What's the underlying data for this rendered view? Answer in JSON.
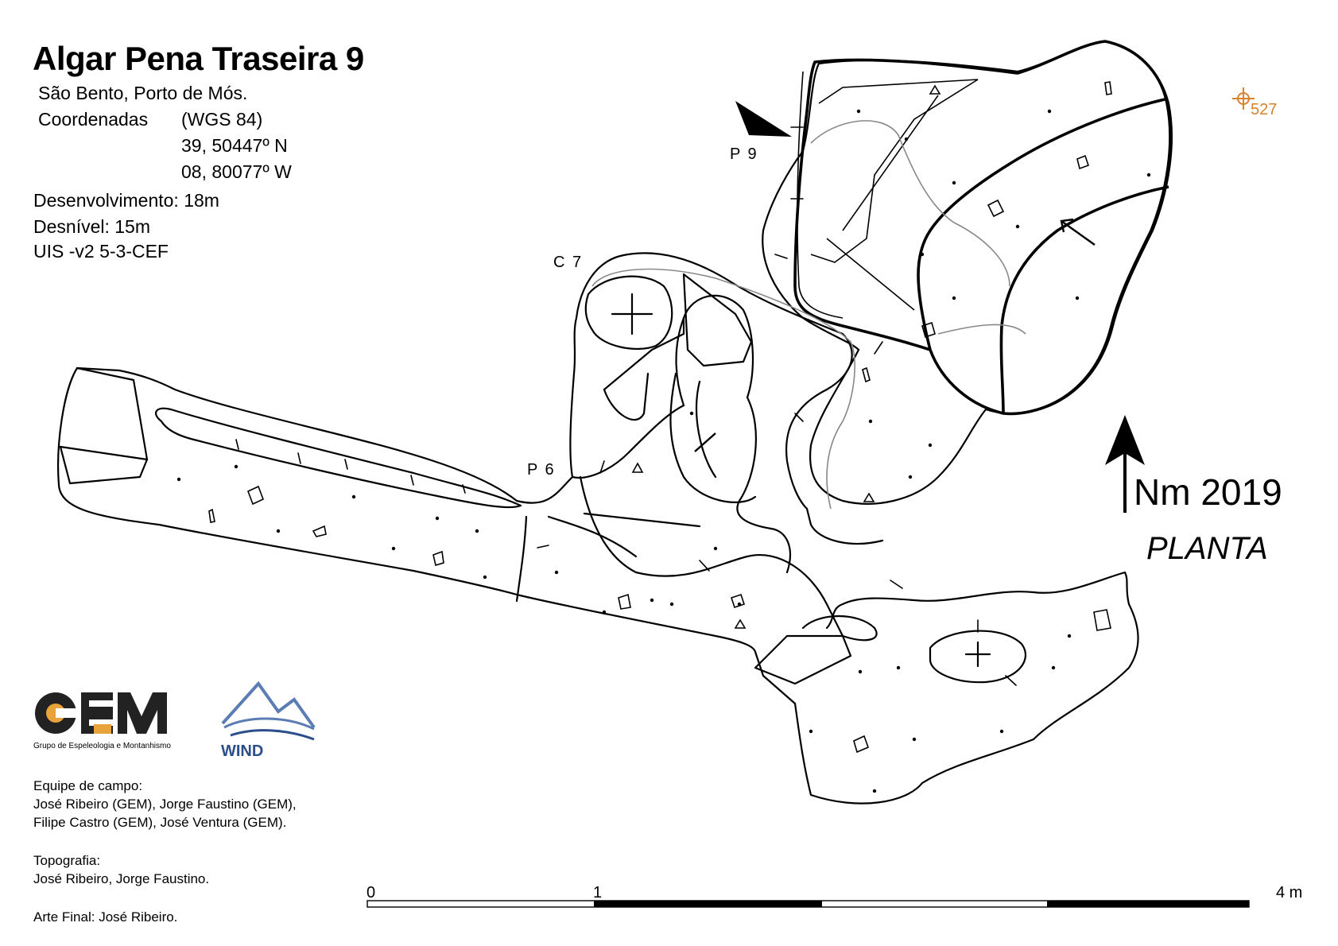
{
  "header": {
    "title": "Algar Pena Traseira 9",
    "location": "São Bento, Porto de Mós.",
    "coords_label": "Coordenadas",
    "datum": "(WGS 84)",
    "lat": "39, 50447º N",
    "lon": "08, 80077º W",
    "development": "Desenvolvimento: 18m",
    "depth": "Desnível:  15m",
    "uis": "UIS -v2 5-3-CEF"
  },
  "stations": {
    "p9": "P 9",
    "c7": "C 7",
    "p6": "P 6"
  },
  "gps_marker": {
    "value": "527",
    "color": "#d9822b",
    "icon": "gps-target-icon"
  },
  "north": {
    "label": "Nm 2019",
    "icon": "north-arrow-icon"
  },
  "view_label": "PLANTA",
  "scale": {
    "label_start": "0",
    "label_mid": "1",
    "label_end": "4 m"
  },
  "logos": {
    "gem_text": "GEM",
    "gem_subtitle": "Grupo de Espeleologia e Montanhismo",
    "gem_accent": "#e8a33a",
    "wind_text": "WIND",
    "wind_color": "#2c4f8c"
  },
  "credits": {
    "team_label": "Equipe de campo:",
    "team_line1": "José Ribeiro (GEM), Jorge Faustino (GEM),",
    "team_line2": "Filipe Castro (GEM), José Ventura (GEM).",
    "topo_label": "Topografia:",
    "topo_names": "José Ribeiro, Jorge Faustino.",
    "art_final": "Arte Final: José Ribeiro."
  }
}
